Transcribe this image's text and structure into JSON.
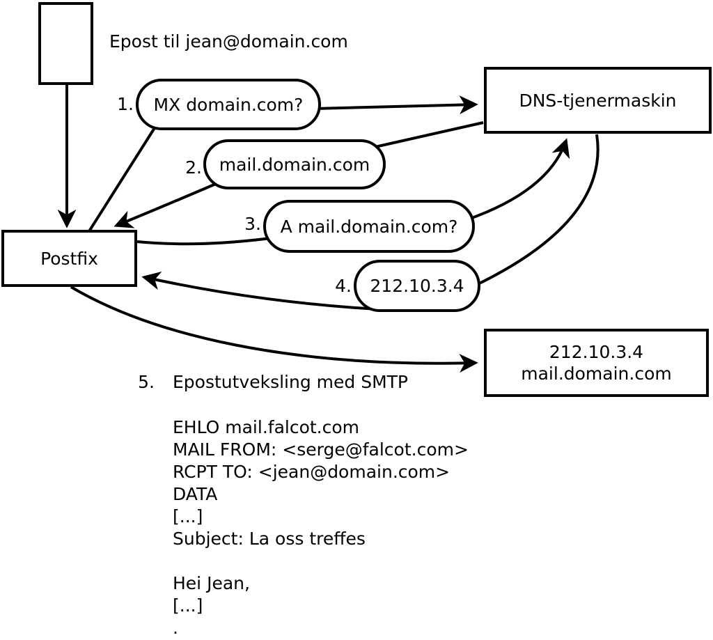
{
  "labels": {
    "email": "Epost til jean@domain.com"
  },
  "nodes": {
    "postfix": "Postfix",
    "dns": "DNS-tjenermaskin",
    "mailserver_line1": "212.10.3.4",
    "mailserver_line2": "mail.domain.com"
  },
  "steps": [
    {
      "num": "1.",
      "text": "MX domain.com?"
    },
    {
      "num": "2.",
      "text": "mail.domain.com"
    },
    {
      "num": "3.",
      "text": "A mail.domain.com?"
    },
    {
      "num": "4.",
      "text": "212.10.3.4"
    },
    {
      "num": "5.",
      "text": "Epostutveksling med SMTP"
    }
  ],
  "smtp": {
    "lines": [
      "EHLO mail.falcot.com",
      "MAIL FROM: <serge@falcot.com>",
      "RCPT TO: <jean@domain.com>",
      "DATA",
      "[...]",
      "Subject: La oss treffes",
      "",
      "Hei Jean,",
      "[...]",
      "."
    ]
  },
  "colors": {
    "ink": "#000000",
    "background": "#ffffff"
  }
}
